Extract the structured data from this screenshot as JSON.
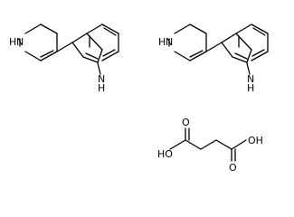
{
  "molecules": [
    {
      "name": "tetrahydropyridinyl-indole-1",
      "atoms": {
        "pip_n": "N",
        "pip_h": "H",
        "ind_n": "N",
        "ind_h": "H"
      }
    },
    {
      "name": "tetrahydropyridinyl-indole-2",
      "atoms": {
        "pip_n": "N",
        "pip_h": "H",
        "ind_n": "N",
        "ind_h": "H"
      }
    },
    {
      "name": "succinic-acid",
      "atoms": {
        "left_oh": "HO",
        "right_oh": "OH",
        "left_o": "O",
        "right_o": "O"
      }
    }
  ],
  "colors": {
    "bond": "#000000",
    "background": "#ffffff"
  }
}
